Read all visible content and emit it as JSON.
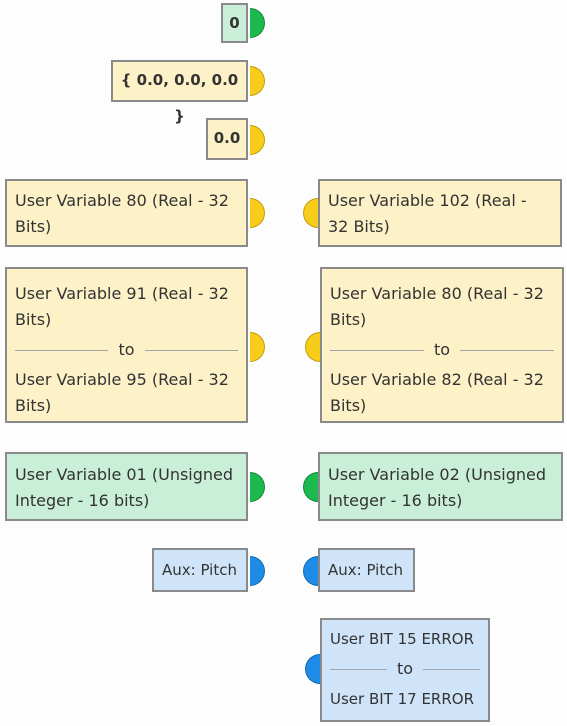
{
  "constants": {
    "integer_value": "0",
    "vector_value": "{ 0.0, 0.0, 0.0 }",
    "real_value": "0.0"
  },
  "left": {
    "real_single": "User Variable 80 (Real - 32 Bits)",
    "real_range_from": "User Variable 91 (Real - 32 Bits)",
    "real_range_to": "User Variable 95 (Real - 32 Bits)",
    "integer_single": "User Variable 01 (Unsigned Integer - 16 bits)",
    "aux": "Aux: Pitch"
  },
  "right": {
    "real_single": "User Variable 102 (Real - 32 Bits)",
    "real_range_from": "User Variable 80 (Real - 32 Bits)",
    "real_range_to": "User Variable 82 (Real - 32 Bits)",
    "integer_single": "User Variable 02 (Unsigned Integer - 16 bits)",
    "aux": "Aux: Pitch",
    "bit_range_from": "User BIT 15 ERROR",
    "bit_range_to": "User BIT 17 ERROR"
  },
  "range_separator": "to",
  "colors": {
    "real_node": "#fdf1c7",
    "integer_node": "#c9efd9",
    "bit_node": "#cfe4f8",
    "real_port": "#f7cd1a",
    "integer_port": "#1cba4e",
    "bit_port": "#1e8be6",
    "border": "#8a8a8a"
  }
}
